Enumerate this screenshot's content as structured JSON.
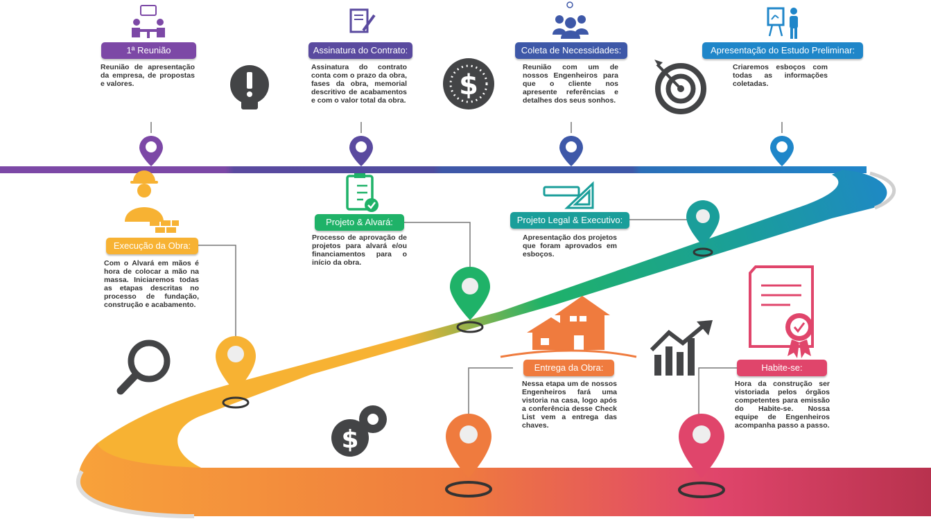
{
  "colors": {
    "purple": "#7c48a6",
    "indigo": "#4e4c9e",
    "navy": "#3e58a8",
    "blue": "#1f86c9",
    "teal": "#1a9e9a",
    "green": "#1fb268",
    "yellow": "#f7b233",
    "orange": "#ef7b3e",
    "pink": "#e0456b",
    "icon": "#434446"
  },
  "steps": [
    {
      "label": "1ª Reunião",
      "text": "Reunião de apresentação da empresa, de propostas e valores.",
      "icon": "meeting-icon"
    },
    {
      "label": "Assinatura do Contrato:",
      "text": "Assinatura do contrato conta com o prazo da obra, fases da obra, memorial descritivo de acabamentos e com o valor total da obra.",
      "icon": "contract-icon"
    },
    {
      "label": "Coleta de Necessidades:",
      "text": "Reunião com um de nossos Engenheiros para que o cliente nos apresente referências e detalhes dos seus sonhos.",
      "icon": "team-idea-icon"
    },
    {
      "label": "Apresentação do Estudo Preliminar:",
      "text": "Criaremos esboços com todas as informações coletadas.",
      "icon": "presentation-icon"
    },
    {
      "label": "Projeto Legal & Executivo:",
      "text": "Apresentação dos projetos que foram aprovados em esboços.",
      "icon": "drafting-icon"
    },
    {
      "label": "Projeto & Alvará:",
      "text": "Processo de aprovação de projetos para alvará e/ou financiamentos para o início da obra.",
      "icon": "checklist-icon"
    },
    {
      "label": "Execução da Obra:",
      "text": "Com o Alvará em mãos é hora de colocar a mão na massa. Iniciaremos todas as etapas descritas no processo de fundação, construção e acabamento.",
      "icon": "builder-icon"
    },
    {
      "label": "Entrega da Obra:",
      "text": "Nessa etapa um de nossos Engenheiros fará uma vistoria na casa, logo após a conferência desse Check List vem a entrega das chaves.",
      "icon": "house-icon"
    },
    {
      "label": "Habite-se:",
      "text": "Hora da construção ser vistoriada pelos órgãos competentes para emissão do Habite-se. Nossa equipe de Engenheiros acompanha passo a passo.",
      "icon": "certificate-icon"
    }
  ],
  "decor_icons": [
    "lightbulb-alert-icon",
    "dollar-coin-icon",
    "target-icon",
    "magnifier-icon",
    "money-gear-icon",
    "growth-chart-icon"
  ]
}
